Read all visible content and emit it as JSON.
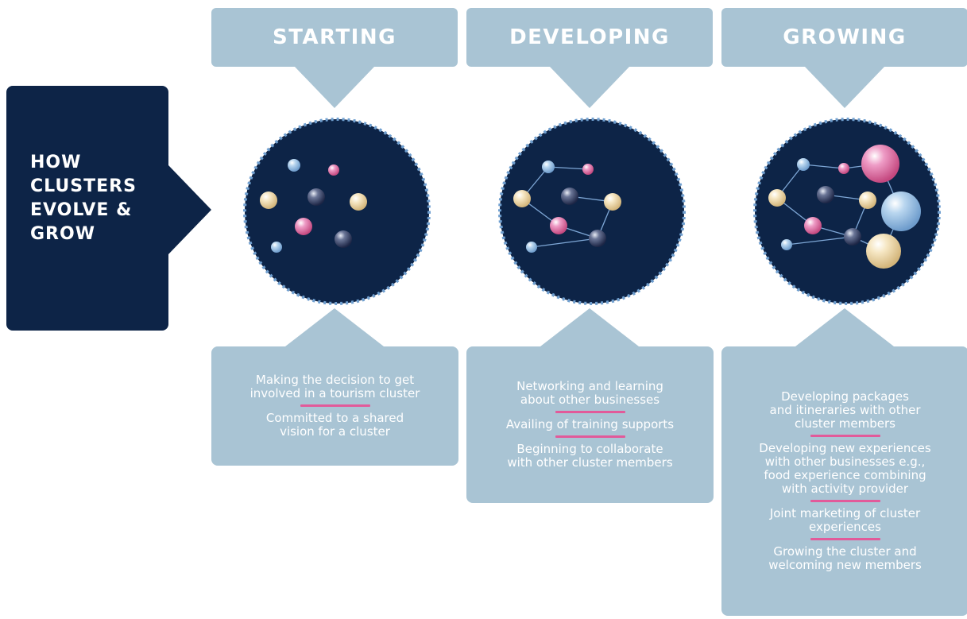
{
  "title": "HOW\nCLUSTERS\nEVOLVE &\nGROW",
  "colors": {
    "navy": "#0d2447",
    "panel": "#a9c4d4",
    "divider": "#e25a9a",
    "ball_blue": "#9cc4e6",
    "ball_pink": "#e680b4",
    "ball_cream": "#f3dfb2",
    "ball_navy": "#4a5573"
  },
  "stages": [
    {
      "label": "STARTING",
      "items": [
        "Making the decision to get\ninvolved in a tourism cluster",
        "Committed to a shared\nvision for a cluster"
      ]
    },
    {
      "label": "DEVELOPING",
      "items": [
        "Networking and learning\nabout other businesses",
        "Availing of training supports",
        "Beginning to collaborate\nwith other cluster members"
      ]
    },
    {
      "label": "GROWING",
      "items": [
        "Developing packages\nand itineraries with other\ncluster members",
        "Developing new experiences\nwith other businesses e.g.,\nfood experience combining\nwith activity provider",
        "Joint marketing of cluster\nexperiences",
        "Growing the cluster and\nwelcoming new members"
      ]
    }
  ]
}
